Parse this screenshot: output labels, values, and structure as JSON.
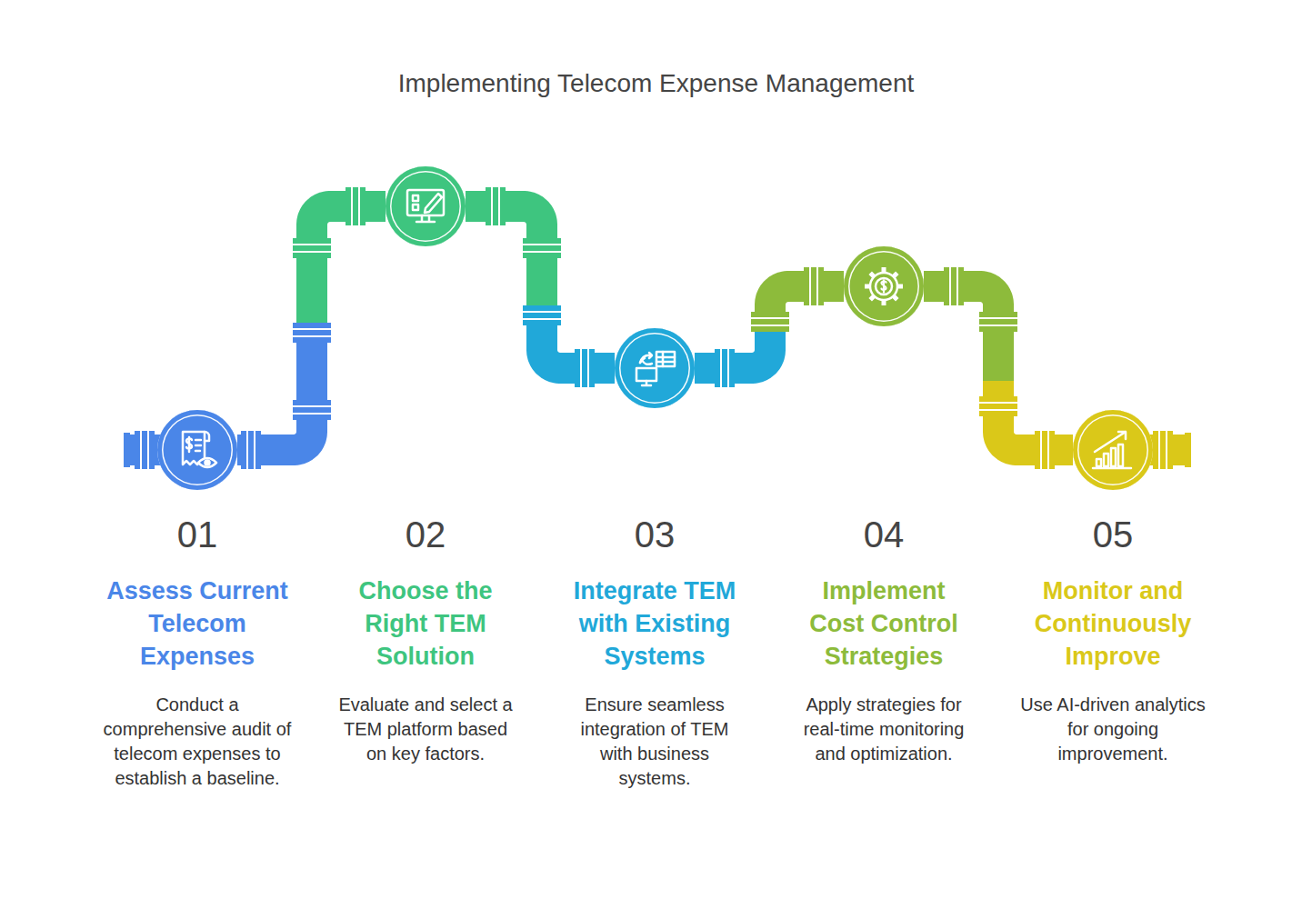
{
  "diagram": {
    "title": "Implementing Telecom Expense Management",
    "nodes": [
      {
        "text": [
          "01",
          "Assess Current Telecom Expenses",
          "Conduct a comprehensive audit of telecom expenses to establish a baseline."
        ]
      },
      {
        "text": [
          "02",
          "Choose the Right TEM Solution",
          "Evaluate and select a TEM platform based on key factors."
        ]
      },
      {
        "text": [
          "03",
          "Integrate TEM with Existing Systems",
          "Ensure seamless integration of TEM with business systems."
        ]
      },
      {
        "text": [
          "04",
          "Implement Cost Control Strategies",
          "Apply strategies for real-time monitoring and optimization."
        ]
      },
      {
        "text": [
          "05",
          "Monitor and Continuously Improve",
          "Use AI-driven analytics for ongoing improvement."
        ]
      }
    ],
    "edges": [
      {
        "from": 0,
        "to": 1,
        "arrow": "none"
      },
      {
        "from": 1,
        "to": 2,
        "arrow": "none"
      },
      {
        "from": 2,
        "to": 3,
        "arrow": "none"
      },
      {
        "from": 3,
        "to": 4,
        "arrow": "none"
      }
    ]
  }
}
